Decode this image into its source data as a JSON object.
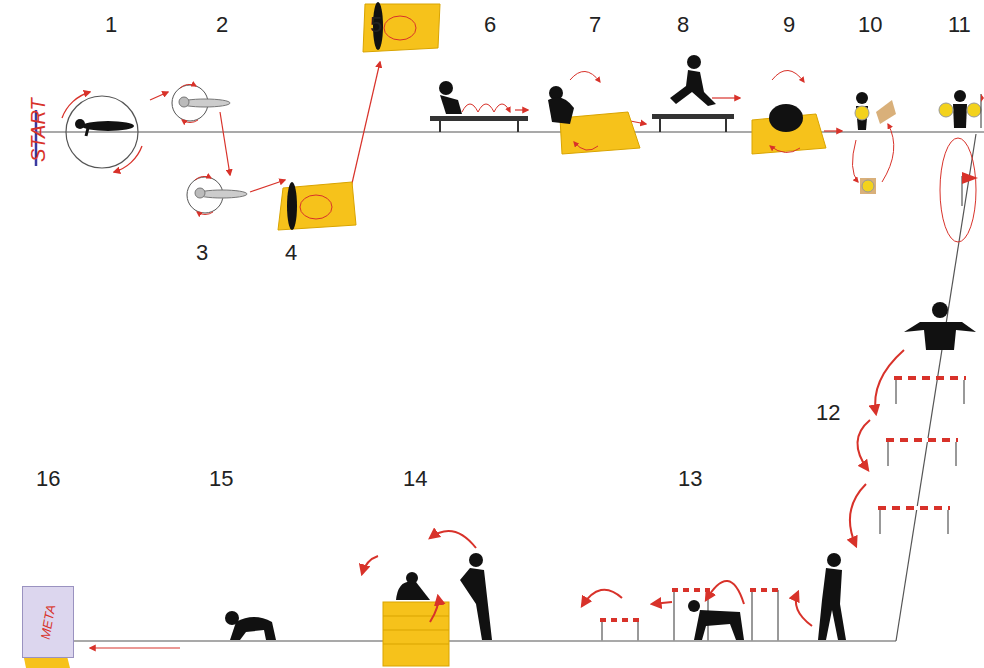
{
  "diagram": {
    "nodes": [
      {
        "text": [
          "META"
        ]
      }
    ],
    "labels": [
      "START",
      "1",
      "2",
      "3",
      "4",
      "5",
      "6",
      "7",
      "8",
      "9",
      "10",
      "11",
      "12",
      "13",
      "14",
      "15",
      "16"
    ]
  }
}
